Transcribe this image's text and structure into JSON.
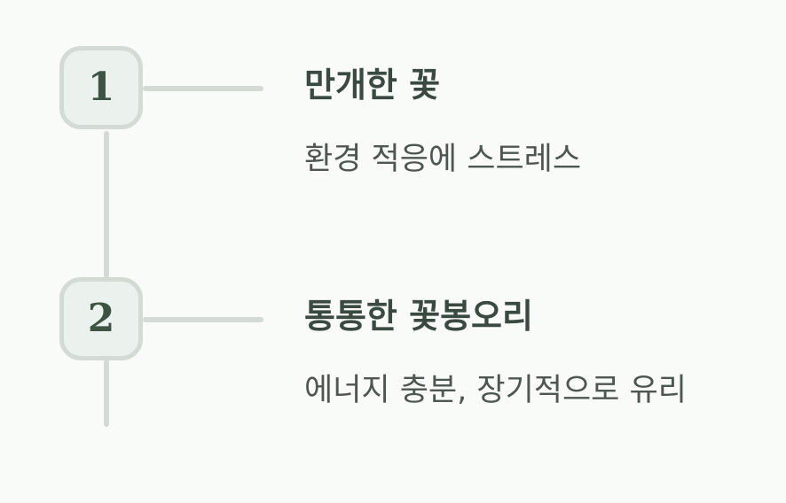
{
  "steps": [
    {
      "number": "1",
      "title": "만개한 꽃",
      "description": "환경 적응에 스트레스"
    },
    {
      "number": "2",
      "title": "통통한 꽃봉오리",
      "description": "에너지 충분, 장기적으로 유리"
    }
  ]
}
